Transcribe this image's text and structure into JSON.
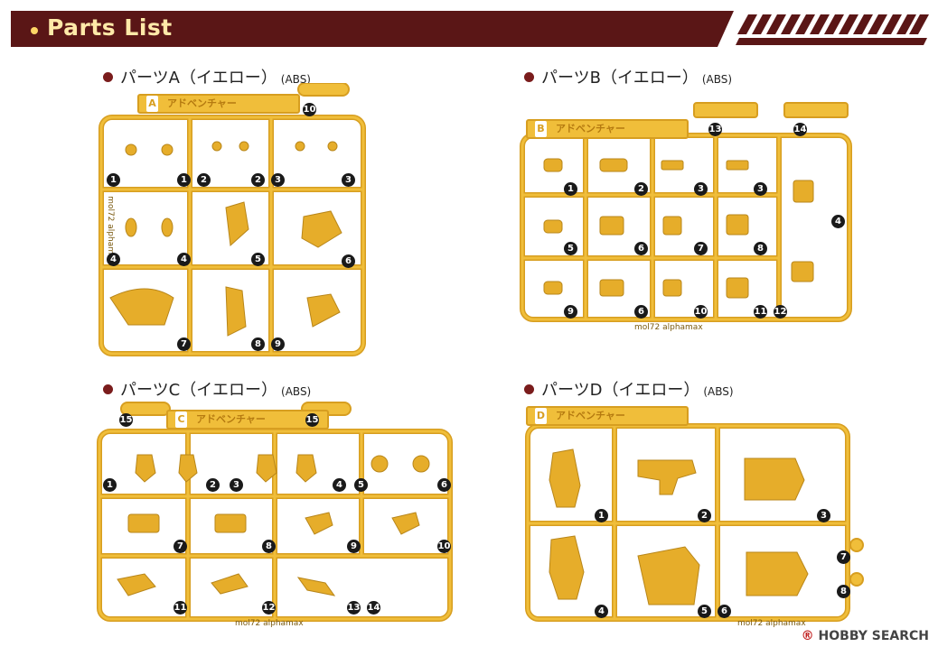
{
  "header": {
    "title": "Parts List"
  },
  "sections": [
    {
      "label": "パーツA（イエロー）",
      "material": "(ABS)",
      "tag_letter": "A",
      "tag_text": "アドベンチャー"
    },
    {
      "label": "パーツB（イエロー）",
      "material": "(ABS)",
      "tag_letter": "B",
      "tag_text": "アドベンチャー"
    },
    {
      "label": "パーツC（イエロー）",
      "material": "(ABS)",
      "tag_letter": "C",
      "tag_text": "アドベンチャー"
    },
    {
      "label": "パーツD（イエロー）",
      "material": "(ABS)",
      "tag_letter": "D",
      "tag_text": "アドベンチャー"
    }
  ],
  "side_marks": {
    "a": "mol72  alphamax",
    "b": "mol72  alphamax",
    "c": "mol72  alphamax",
    "d": "mol72  alphamax"
  },
  "part_numbers": {
    "a": [
      "1",
      "1",
      "2",
      "2",
      "3",
      "3",
      "4",
      "4",
      "5",
      "6",
      "7",
      "8",
      "9",
      "10"
    ],
    "b": [
      "1",
      "2",
      "3",
      "3",
      "4",
      "5",
      "6",
      "7",
      "8",
      "9",
      "6",
      "10",
      "11",
      "12",
      "13",
      "14"
    ],
    "c": [
      "1",
      "2",
      "3",
      "4",
      "5",
      "6",
      "7",
      "8",
      "9",
      "10",
      "11",
      "12",
      "13",
      "14",
      "15",
      "15"
    ],
    "d": [
      "1",
      "2",
      "3",
      "4",
      "5",
      "6",
      "7",
      "8"
    ]
  },
  "watermark": {
    "brand": "HOBBY SEARCH",
    "mark": "®"
  },
  "colors": {
    "header_bg": "#5a1616",
    "runner": "#f0be3a",
    "runner_edge": "#d79e20",
    "number_badge": "#1a1a1a"
  }
}
